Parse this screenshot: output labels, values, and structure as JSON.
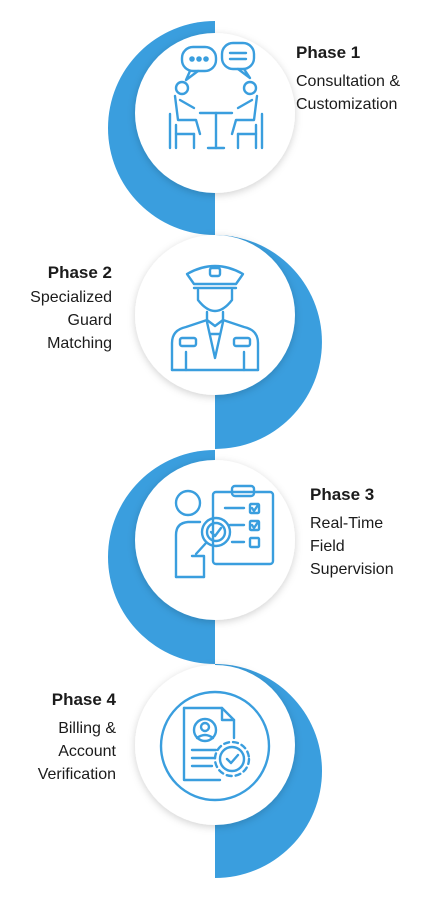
{
  "colors": {
    "accent": "#3a9ede",
    "circle": "#ffffff",
    "icon": "#3a9ede",
    "text": "#1b1b1b"
  },
  "phases": [
    {
      "title": "Phase 1",
      "lines": [
        "Consultation &",
        "Customization"
      ],
      "icon": "meeting-icon",
      "side": "right"
    },
    {
      "title": "Phase 2",
      "lines": [
        "Specialized",
        "Guard",
        "Matching"
      ],
      "icon": "security-guard-icon",
      "side": "left"
    },
    {
      "title": "Phase 3",
      "lines": [
        "Real-Time",
        "Field",
        "Supervision"
      ],
      "icon": "supervision-checklist-icon",
      "side": "right"
    },
    {
      "title": "Phase 4",
      "lines": [
        "Billing &",
        "Account",
        "Verification"
      ],
      "icon": "account-verification-icon",
      "side": "left"
    }
  ]
}
